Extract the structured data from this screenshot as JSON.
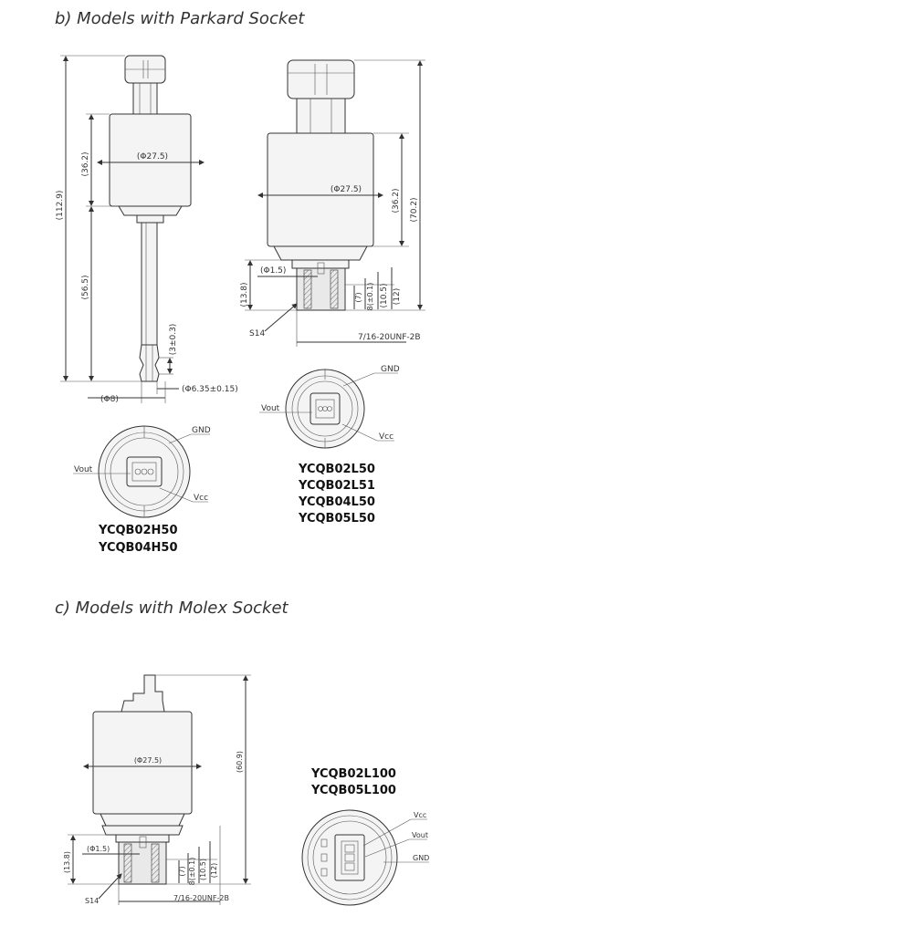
{
  "sections": {
    "b_heading": "b) Models with Parkard Socket",
    "c_heading": "c) Models with Molex Socket"
  },
  "views": {
    "h50": {
      "dims": {
        "total_height": "(112.9)",
        "body_height": "(36.2)",
        "diameter": "(Φ27.5)",
        "tube_length": "(56.5)",
        "tip_length": "(3±0.3)",
        "tip_diameter": "(Φ6.35±0.15)",
        "port_diameter": "(Φ8)"
      },
      "pins": {
        "gnd": "GND",
        "vout": "Vout",
        "vcc": "Vcc"
      },
      "models": [
        "YCQB02H50",
        "YCQB04H50"
      ]
    },
    "l50": {
      "dims": {
        "diameter": "(Φ27.5)",
        "body_height": "(36.2)",
        "total_height": "(70.2)",
        "orifice": "(Φ1.5)",
        "fitting_height": "(13.8)",
        "wrench": "S14",
        "thread": "7/16-20UNF-2B",
        "d7": "(7)",
        "d8": "8(±0.1)",
        "d105": "(10.5)",
        "d12": "(12)"
      },
      "pins": {
        "gnd": "GND",
        "vout": "Vout",
        "vcc": "Vcc"
      },
      "models": [
        "YCQB02L50",
        "YCQB02L51",
        "YCQB04L50",
        "YCQB05L50"
      ]
    },
    "l100": {
      "dims": {
        "diameter": "(Φ27.5)",
        "total_height": "(60.9)",
        "orifice": "(Φ1.5)",
        "fitting_height": "(13.8)",
        "wrench": "S14",
        "thread": "7/16-20UNF-2B",
        "d7": "(7)",
        "d8": "8(±0.1)",
        "d105": "(10.5)",
        "d12": "(12)"
      },
      "pins": {
        "vcc": "Vcc",
        "vout": "Vout",
        "gnd": "GND"
      },
      "models": [
        "YCQB02L100",
        "YCQB05L100"
      ]
    }
  }
}
